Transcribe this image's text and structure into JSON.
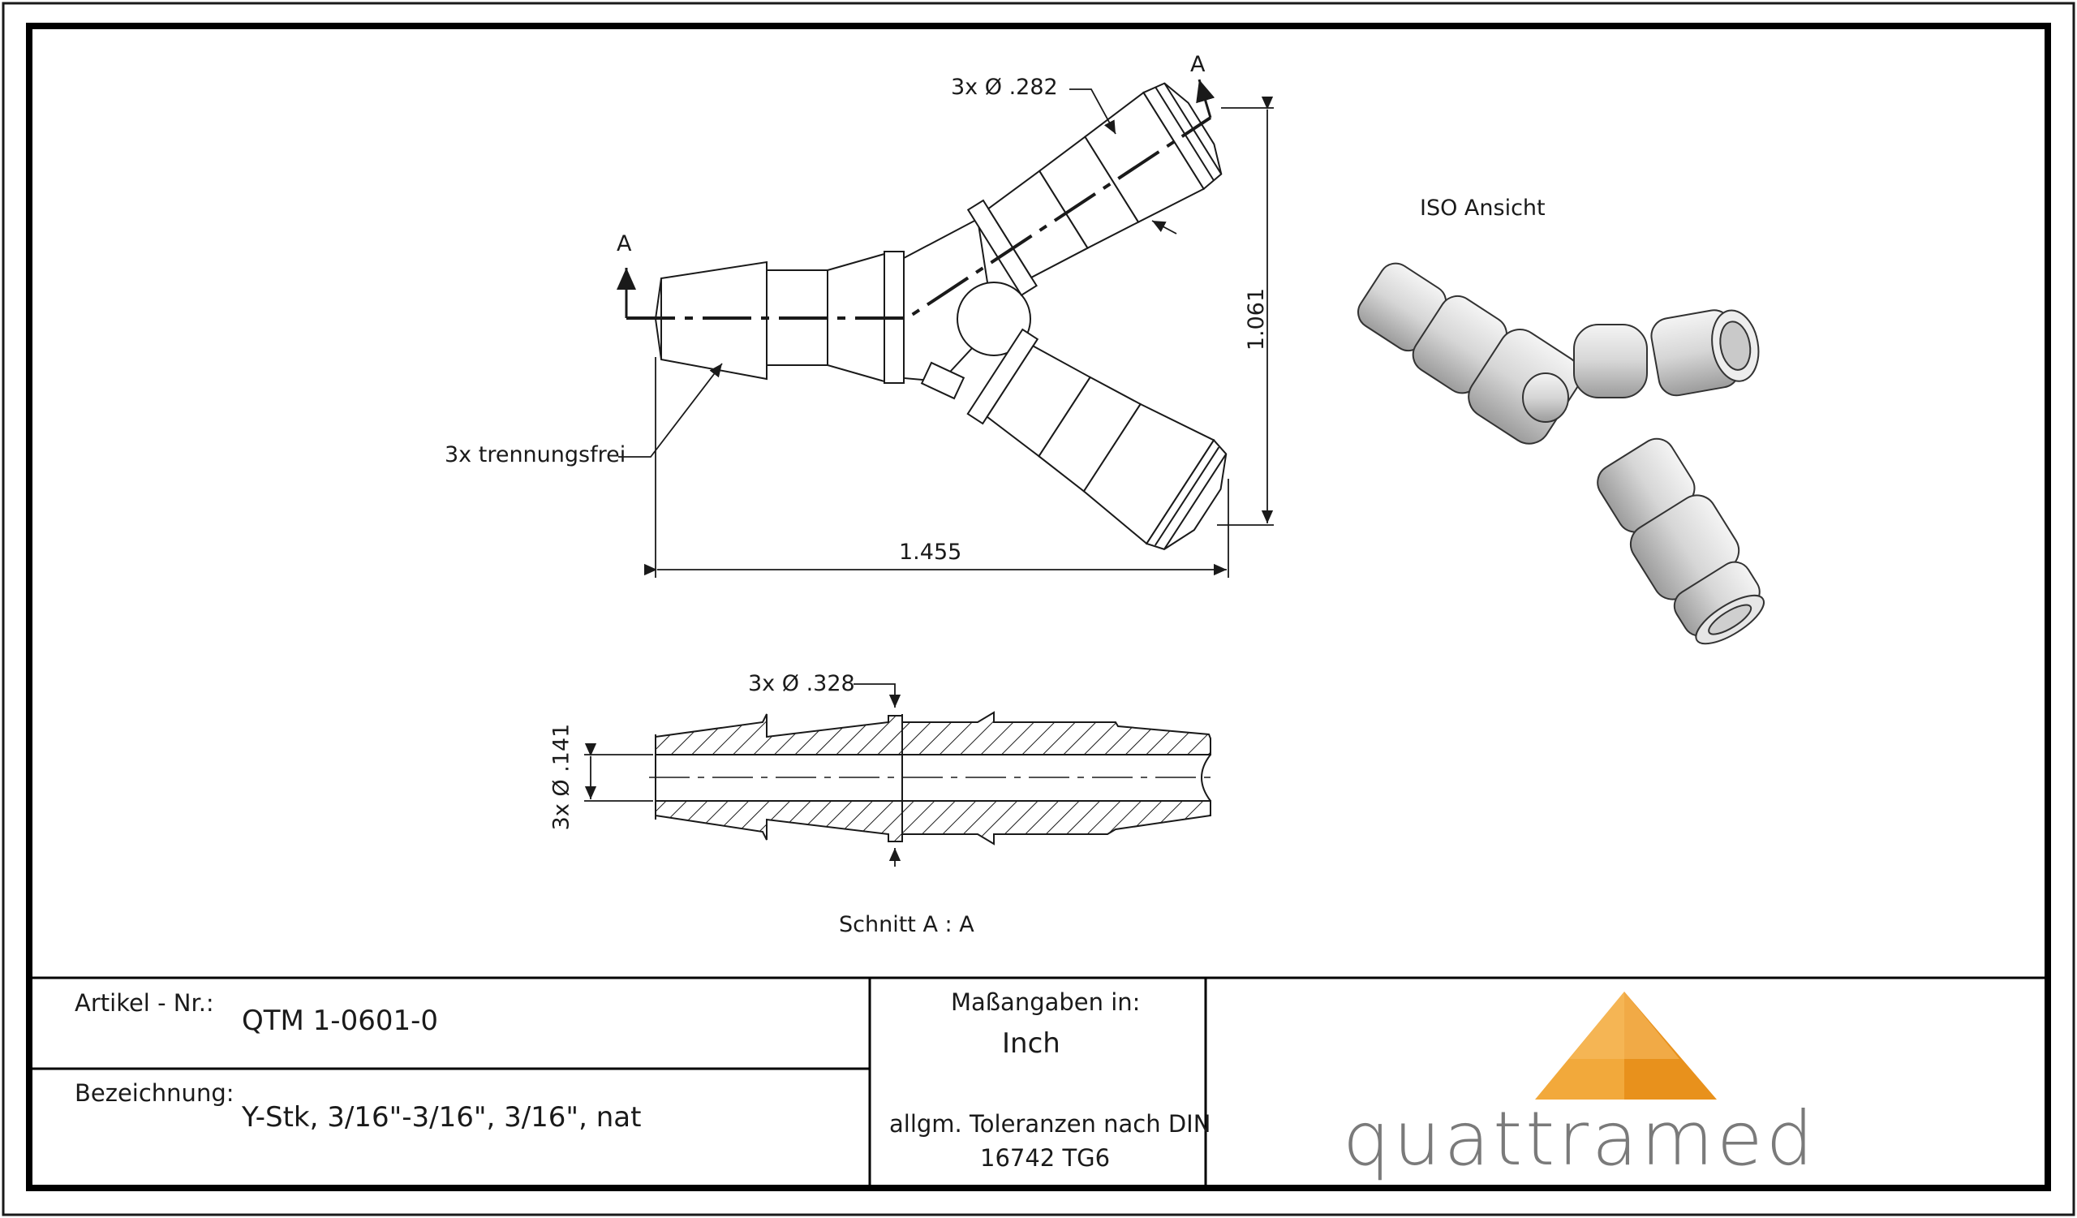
{
  "drawing": {
    "top_view": {
      "section_marker_right": "A",
      "section_marker_left": "A",
      "dia_outer_label": "3x Ø .282",
      "separation_label": "3x trennungsfrei",
      "height_dim": "1.061",
      "width_dim": "1.455"
    },
    "iso_view": {
      "title": "ISO Ansicht"
    },
    "section_view": {
      "dia_collar_label": "3x Ø .328",
      "dia_bore_label": "3x Ø .141",
      "title": "Schnitt A : A"
    }
  },
  "title_block": {
    "article_no_label": "Artikel - Nr.:",
    "article_no_value": "QTM 1-0601-0",
    "designation_label": "Bezeichnung:",
    "designation_value": "Y-Stk, 3/16\"-3/16\", 3/16\", nat",
    "units_label": "Maßangaben in:",
    "units_value": "Inch",
    "tolerance_line1": "allgm. Toleranzen nach DIN",
    "tolerance_line2": "16742 TG6",
    "logo_text": "quattramed"
  },
  "colors": {
    "line": "#1a1a1a",
    "logo_orange_dark": "#e8911c",
    "logo_orange_mid": "#f2a93b",
    "logo_orange_light": "#f7c06a",
    "logo_text": "#7a7a7a"
  }
}
